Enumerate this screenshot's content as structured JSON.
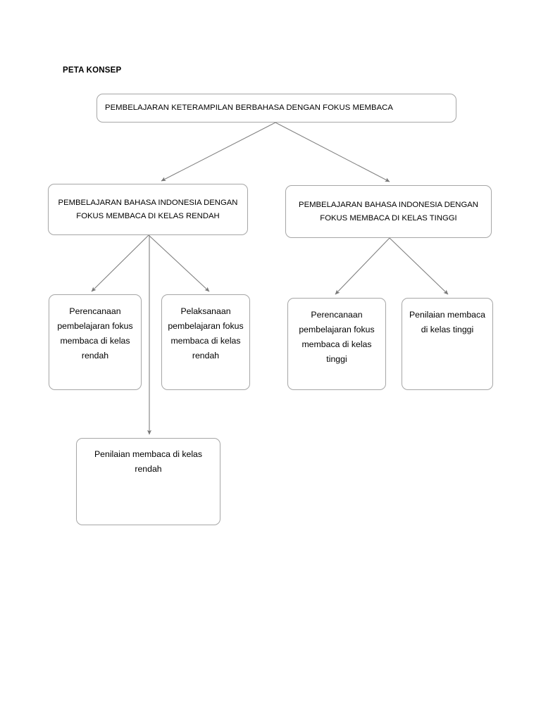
{
  "document": {
    "title": "PETA KONSEP"
  },
  "diagram": {
    "type": "concept-map",
    "line_color": "#808080",
    "box_border_color": "#a6a6a6",
    "text_color": "#000000",
    "background_color": "#ffffff",
    "nodes": {
      "root": {
        "id": "root",
        "label": "PEMBELAJARAN KETERAMPILAN BERBAHASA DENGAN FOKUS MEMBACA",
        "level": 1
      },
      "low": {
        "id": "low",
        "label": "PEMBELAJARAN  BAHASA INDONESIA DENGAN FOKUS MEMBACA DI KELAS RENDAH",
        "level": 2
      },
      "high": {
        "id": "high",
        "label": "PEMBELAJARAN BAHASA INDONESIA DENGAN FOKUS MEMBACA DI KELAS TINGGI",
        "level": 2
      },
      "low_planning": {
        "id": "low_planning",
        "label": "Perencanaan pembelajaran fokus membaca di kelas rendah",
        "level": 3
      },
      "low_implementation": {
        "id": "low_implementation",
        "label": "Pelaksanaan pembelajaran fokus membaca di kelas rendah",
        "level": 3
      },
      "low_assessment": {
        "id": "low_assessment",
        "label": "Penilaian membaca di kelas rendah",
        "level": 3
      },
      "high_planning": {
        "id": "high_planning",
        "label": "Perencanaan pembelajaran fokus membaca di kelas tinggi",
        "level": 3
      },
      "high_assessment": {
        "id": "high_assessment",
        "label": "Penilaian membaca di kelas tinggi",
        "level": 3
      }
    },
    "edges": [
      {
        "from": "root",
        "to": "low"
      },
      {
        "from": "root",
        "to": "high"
      },
      {
        "from": "low",
        "to": "low_planning"
      },
      {
        "from": "low",
        "to": "low_implementation"
      },
      {
        "from": "low",
        "to": "low_assessment"
      },
      {
        "from": "high",
        "to": "high_planning"
      },
      {
        "from": "high",
        "to": "high_assessment"
      }
    ]
  }
}
